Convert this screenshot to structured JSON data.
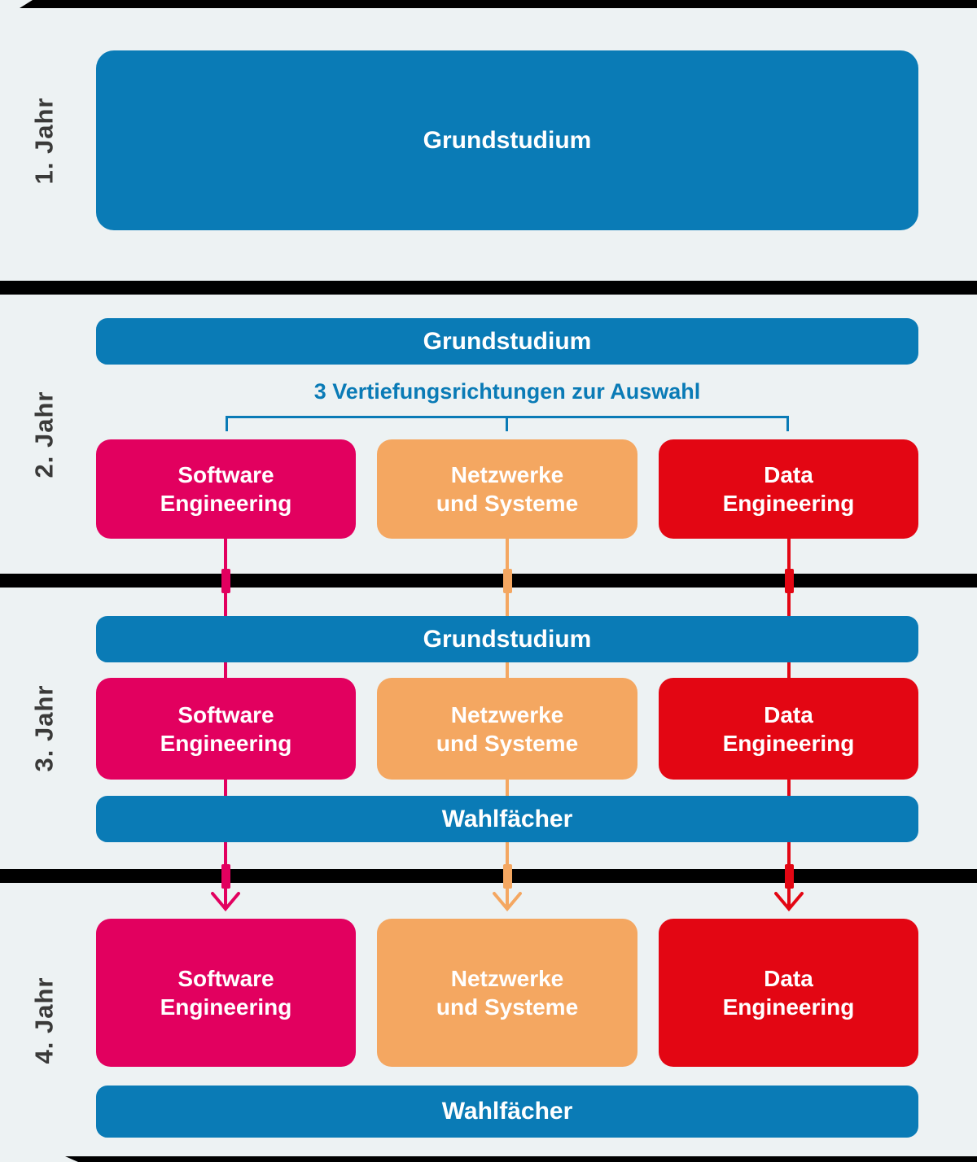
{
  "colors": {
    "background": "#edf2f3",
    "blue": "#0a7bb6",
    "magenta": "#e2005f",
    "orange": "#f4a761",
    "red": "#e30613",
    "divider_black": "#000000",
    "year_label_gray": "#3a3a39",
    "box_text_white": "#ffffff"
  },
  "year_labels": [
    "1. Jahr",
    "2. Jahr",
    "3. Jahr",
    "4. Jahr"
  ],
  "grundstudium_label": "Grundstudium",
  "wahlfaecher_label": "Wahlfächer",
  "caption": "3 Vertiefungsrichtungen zur Auswahl",
  "tracks": [
    {
      "id": "software-engineering",
      "line1": "Software",
      "line2": "Engineering",
      "color": "#e2005f"
    },
    {
      "id": "netzwerke-und-systeme",
      "line1": "Netzwerke",
      "line2": "und Systeme",
      "color": "#f4a761"
    },
    {
      "id": "data-engineering",
      "line1": "Data",
      "line2": "Engineering",
      "color": "#e30613"
    }
  ]
}
